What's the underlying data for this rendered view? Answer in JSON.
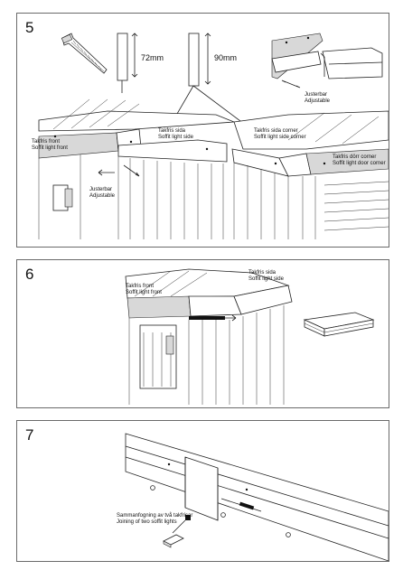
{
  "steps": [
    {
      "number": "5",
      "labels": {
        "dim_72": "72mm",
        "dim_90": "90mm",
        "front_sv": "Takfris front",
        "front_en": "Soffit light front",
        "side_sv": "Takfris sida",
        "side_en": "Soffit light side",
        "adj_left_sv": "Justerbar",
        "adj_left_en": "Adjustable",
        "adj_right_sv": "Justerbar",
        "adj_right_en": "Adjustable",
        "side_corner_sv": "Takfris sida corner",
        "side_corner_en": "Soffit light side corner",
        "door_corner_sv": "Takfris dörr corner",
        "door_corner_en": "Soffit light door corner"
      }
    },
    {
      "number": "6",
      "labels": {
        "front_sv": "Takfris front",
        "front_en": "Soffit light front",
        "side_sv": "Takfris sida",
        "side_en": "Soffit light side"
      }
    },
    {
      "number": "7",
      "labels": {
        "join_sv": "Sammanfogning av två takfrisar",
        "join_en": "Joining of two soffit lights"
      }
    }
  ]
}
